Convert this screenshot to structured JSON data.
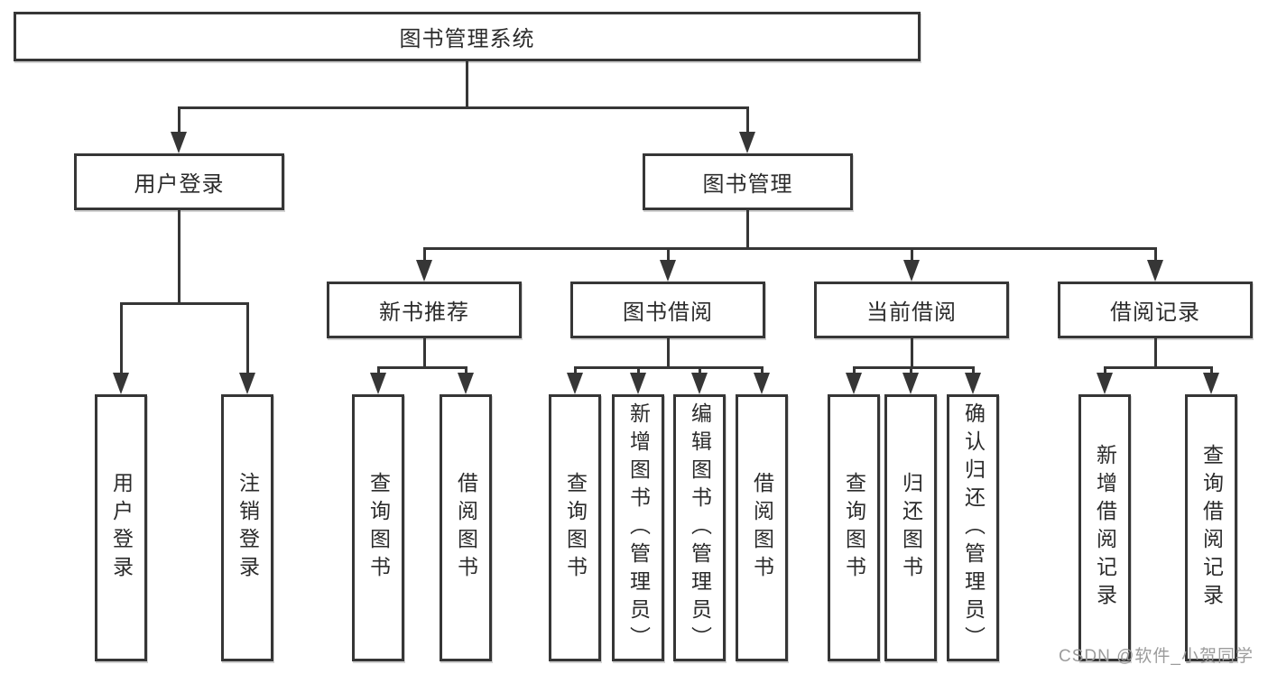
{
  "diagram_title": "图书管理系统",
  "tree": {
    "label": "图书管理系统",
    "children": [
      {
        "label": "用户登录",
        "children": [
          {
            "label": "用户登录"
          },
          {
            "label": "注销登录"
          }
        ]
      },
      {
        "label": "图书管理",
        "children": [
          {
            "label": "新书推荐",
            "children": [
              {
                "label": "查询图书"
              },
              {
                "label": "借阅图书"
              }
            ]
          },
          {
            "label": "图书借阅",
            "children": [
              {
                "label": "查询图书"
              },
              {
                "label": "新增图书（管理员）"
              },
              {
                "label": "编辑图书（管理员）"
              },
              {
                "label": "借阅图书"
              }
            ]
          },
          {
            "label": "当前借阅",
            "children": [
              {
                "label": "查询图书"
              },
              {
                "label": "归还图书"
              },
              {
                "label": "确认归还（管理员）"
              }
            ]
          },
          {
            "label": "借阅记录",
            "children": [
              {
                "label": "新增借阅记录"
              },
              {
                "label": "查询借阅记录"
              }
            ]
          }
        ]
      }
    ]
  },
  "watermark": {
    "text": "CSDN @软件_小贺同学"
  },
  "colors": {
    "line": "#363636",
    "border": "#363636",
    "text": "#2b2b2b",
    "background": "#ffffff",
    "watermark": "#9c9c9c"
  }
}
